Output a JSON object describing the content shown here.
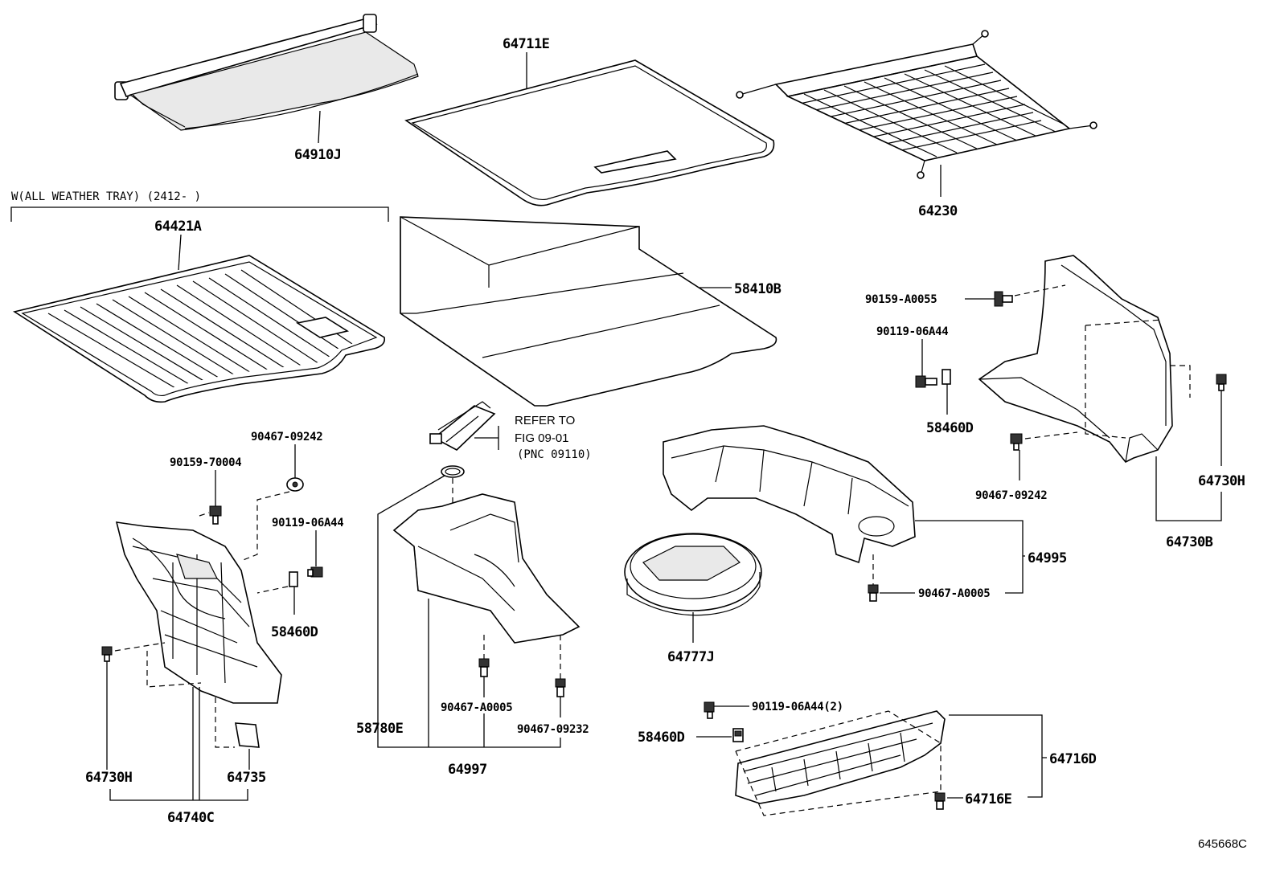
{
  "labels": {
    "p64711E": "64711E",
    "p64910J": "64910J",
    "p64230": "64230",
    "p64421A": "64421A",
    "p58410B": "58410B",
    "p90159_A0055": "90159-A0055",
    "p90119_06A44_r": "90119-06A44",
    "p58460D_r": "58460D",
    "p90467_09242_r": "90467-09242",
    "p64730H_r": "64730H",
    "p64730B": "64730B",
    "p64995": "64995",
    "p90467_A0005_r": "90467-A0005",
    "p64777J": "64777J",
    "p90467_09242_l": "90467-09242",
    "p90159_70004": "90159-70004",
    "p90119_06A44_l": "90119-06A44",
    "p58460D_l": "58460D",
    "p64730H_l": "64730H",
    "p64735": "64735",
    "p64740C": "64740C",
    "p58780E": "58780E",
    "p90467_A0005_c": "90467-A0005",
    "p90467_09232": "90467-09232",
    "p64997": "64997",
    "p90119_06A44_2": "90119-06A44(2)",
    "p58460D_b": "58460D",
    "p64716D": "64716D",
    "p64716E": "64716E"
  },
  "notes": {
    "all_weather": "W(ALL WEATHER TRAY) (2412-        )",
    "refer_to": "REFER TO",
    "fig": "FIG 09-01",
    "pnc": "(PNC 09110)"
  },
  "figure_id": "645668C"
}
